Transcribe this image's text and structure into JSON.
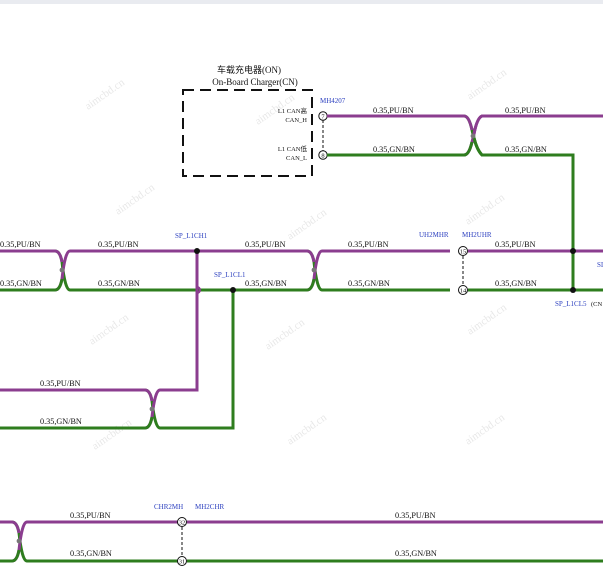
{
  "colors": {
    "pu": "#8b3d8f",
    "gn": "#2e7d1e",
    "label": "#111111",
    "connector": "#2b3fbf",
    "box": "#111111"
  },
  "charger": {
    "title_cn": "车载充电器(ON)",
    "title_en": "On-Board Charger(CN)",
    "connector": "MH4207",
    "pin_h": {
      "number": "7",
      "label_line1": "L1 CAN高",
      "label_line2": "CAN_H"
    },
    "pin_l": {
      "number": "8",
      "label_line1": "L1 CAN低",
      "label_line2": "CAN_L"
    }
  },
  "wires": {
    "pu": "0.35,PU/BN",
    "gn": "0.35,GN/BN"
  },
  "splices": {
    "h1": "SP_L1CH1",
    "l1": "SP_L1CL1",
    "l5": "SP_L1CL5",
    "l5_suffix": "(CN",
    "right_cut": "SI"
  },
  "connectors": {
    "uhr_left": "UH2MHR",
    "uhr_right": "MH2UHR",
    "uhr_pin_pu": "15",
    "uhr_pin_gn": "14",
    "chr_left": "CHR2MH",
    "chr_right": "MH2CHR",
    "chr_pin_pu": "32",
    "chr_pin_gn": "31"
  },
  "watermark": "aimcbd.cn"
}
